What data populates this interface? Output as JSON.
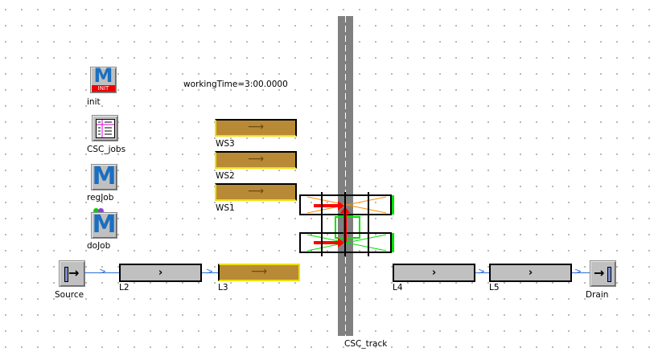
{
  "methods": {
    "init": {
      "label": "init",
      "badge": "INIT",
      "glyph": "M"
    },
    "csc_jobs": {
      "label": "CSC_jobs"
    },
    "regjob": {
      "label": "regJob",
      "glyph": "M"
    },
    "dojob": {
      "label": "doJob",
      "glyph": "M"
    }
  },
  "variable": {
    "text": "workingTime=3:00.0000"
  },
  "workstations": [
    {
      "label": "WS3",
      "arrow": "⟶"
    },
    {
      "label": "WS2",
      "arrow": "⟶"
    },
    {
      "label": "WS1",
      "arrow": "⟶"
    }
  ],
  "source": {
    "label": "Source"
  },
  "drain": {
    "label": "Drain"
  },
  "lines": [
    {
      "label": "L2",
      "glyph": "›"
    },
    {
      "label": "L3",
      "arrow": "⟶"
    },
    {
      "label": "L4",
      "glyph": "›"
    },
    {
      "label": "L5",
      "glyph": "›"
    }
  ],
  "track": {
    "label": "CSC_track"
  },
  "colors": {
    "track": "#808080",
    "station": "#b98a35",
    "station_border": "#f0e000",
    "connector": "#2f6fd8",
    "method": "#1a6fc0"
  }
}
